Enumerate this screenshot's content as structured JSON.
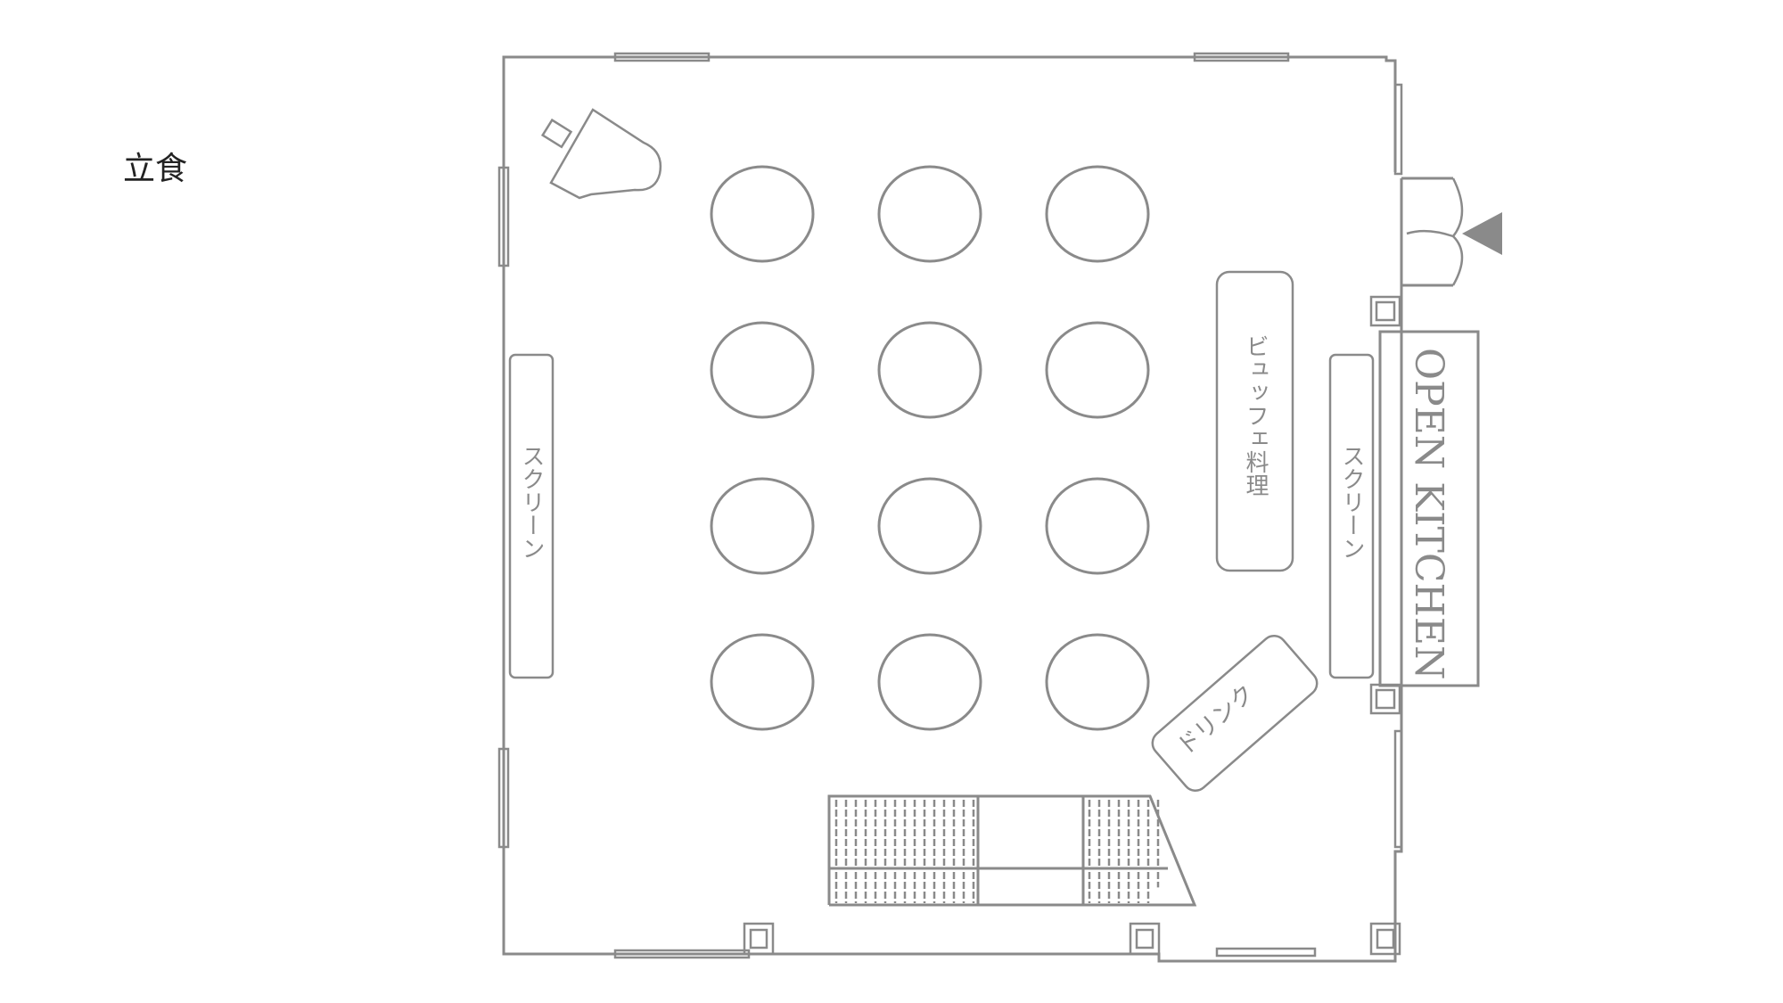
{
  "layout_label": "立食",
  "zones": {
    "screen_left": "スクリーン",
    "screen_right": "スクリーン",
    "buffet": "ビュッフェ料理",
    "drink": "ドリンク",
    "kitchen": "OPEN KITCHEN"
  },
  "icons": {
    "piano": "grand-piano-icon",
    "entrance": "entrance-arrow-icon"
  },
  "colors": {
    "line": "#8a8a8a",
    "background": "#ffffff"
  },
  "tables": {
    "rows": 4,
    "columns": 3
  }
}
